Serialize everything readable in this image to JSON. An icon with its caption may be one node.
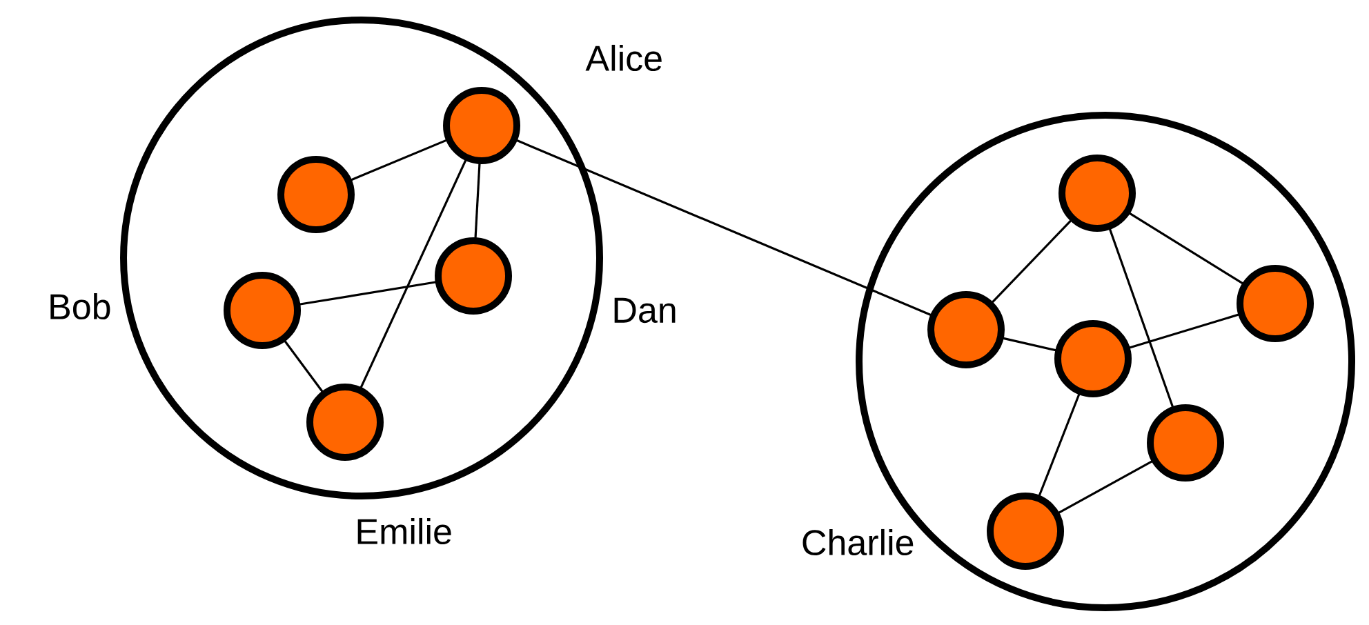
{
  "diagram": {
    "nodes": [
      {
        "text": [],
        "shape": "circle"
      },
      {
        "text": [],
        "shape": "circle",
        "in": 0
      },
      {
        "text": [],
        "shape": "circle",
        "in": 0
      },
      {
        "text": [],
        "shape": "circle",
        "in": 0
      },
      {
        "text": [],
        "shape": "circle",
        "in": 0
      },
      {
        "text": [],
        "shape": "circle",
        "in": 0
      },
      {
        "text": [],
        "shape": "circle"
      },
      {
        "text": [],
        "shape": "circle",
        "in": 6
      },
      {
        "text": [],
        "shape": "circle",
        "in": 6
      },
      {
        "text": [],
        "shape": "circle",
        "in": 6
      },
      {
        "text": [],
        "shape": "circle",
        "in": 6
      },
      {
        "text": [],
        "shape": "circle",
        "in": 6
      },
      {
        "text": [],
        "shape": "circle",
        "in": 6
      }
    ],
    "edges": [
      {
        "from": 2,
        "to": 1,
        "arrow": "none"
      },
      {
        "from": 1,
        "to": 4,
        "arrow": "none"
      },
      {
        "from": 1,
        "to": 5,
        "arrow": "none"
      },
      {
        "from": 3,
        "to": 4,
        "arrow": "none"
      },
      {
        "from": 3,
        "to": 5,
        "arrow": "none"
      },
      {
        "from": 1,
        "to": 8,
        "arrow": "none"
      },
      {
        "from": 8,
        "to": 7,
        "arrow": "none"
      },
      {
        "from": 8,
        "to": 10,
        "arrow": "none"
      },
      {
        "from": 7,
        "to": 9,
        "arrow": "none"
      },
      {
        "from": 7,
        "to": 11,
        "arrow": "none"
      },
      {
        "from": 10,
        "to": 9,
        "arrow": "none"
      },
      {
        "from": 10,
        "to": 12,
        "arrow": "none"
      },
      {
        "from": 12,
        "to": 11,
        "arrow": "none"
      }
    ],
    "labels": [
      "Alice",
      "Bob",
      "Dan",
      "Emilie",
      "Charlie"
    ]
  }
}
